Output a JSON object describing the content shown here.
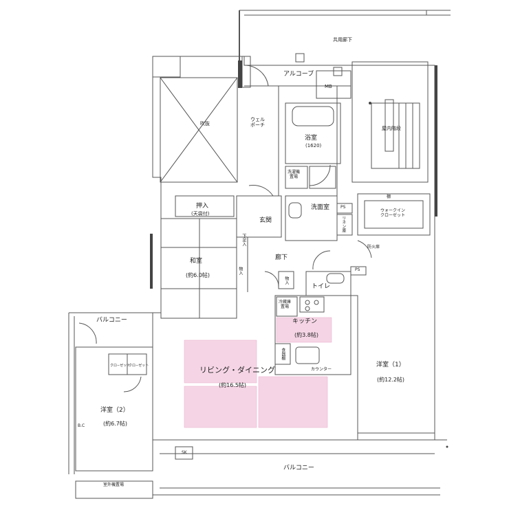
{
  "rooms": {
    "kyoyo_roka": "共用廊下",
    "alcove": "アルコーブ",
    "mb": "MB",
    "fukinuke": "吹抜",
    "well_porch": "ウェル\nポーチ",
    "yokushitsu": "浴室",
    "yokushitsu_size": "(1620)",
    "okunai_kaidan": "屋内階段",
    "sentakuki": "洗濯機\n置場",
    "senmenshitsu": "洗面室",
    "ps1": "PS",
    "linen": "リネン庫",
    "walkin_top": "棚",
    "walkin": "ウォークイン\nクローゼット",
    "oshiire": "押入",
    "oshiire_sub": "(天袋付)",
    "genkan": "玄関",
    "shitabako": "下足入",
    "washitsu": "和室",
    "washitsu_size": "(約6.0帖)",
    "monoire1": "物入",
    "roka": "廊下",
    "monoire2": "物入",
    "toilet": "トイレ",
    "ps2": "PS",
    "bokaku": "防火扉",
    "reizoko": "冷蔵庫\n置場",
    "kitchen": "キッチン",
    "kitchen_size": "(約3.8帖)",
    "shokki": "食器棚",
    "counter": "カウンター",
    "balcony_left": "バルコニー",
    "closet1": "クロ−ゼット",
    "closet2": "クロ−ゼット",
    "living": "リビング・ダイニング",
    "living_size": "(約16.5帖)",
    "yoshitsu1": "洋室（1）",
    "yoshitsu1_size": "(約12.2帖)",
    "yoshitsu2": "洋室（2）",
    "yoshitsu2_size": "(約6.7帖)",
    "bc": "B.C",
    "sk": "SK",
    "balcony_bottom": "バルコニー",
    "shitsugai": "室外機置場"
  },
  "colors": {
    "wall": "#444444",
    "thin_line": "#777777",
    "highlight_fill": "#f5d5e5",
    "highlight_stroke": "#e8a8c8",
    "background": "#ffffff"
  }
}
